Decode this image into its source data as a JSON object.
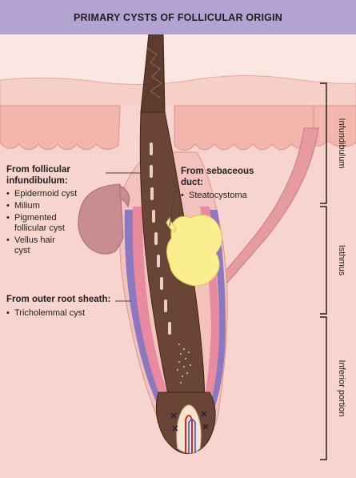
{
  "title": "PRIMARY CYSTS OF FOLLICULAR ORIGIN",
  "left_group_1": {
    "heading": "From follicular infundibulum:",
    "items": [
      "Epidermoid cyst",
      "Milium",
      "Pigmented follicular cyst",
      "Vellus hair cyst"
    ]
  },
  "right_group": {
    "heading": "From sebaceous duct:",
    "items": [
      "Steatocystoma"
    ]
  },
  "left_group_2": {
    "heading": "From outer root sheath:",
    "items": [
      "Tricholemmal cyst"
    ]
  },
  "regions": [
    "Infundibulum",
    "Isthmus",
    "Inferior portion"
  ],
  "colors": {
    "title_bar": "#b3a3d1",
    "skin": "#f6cfc7",
    "epidermis": "#f3b6ad",
    "hair_shaft": "#6a4535",
    "sheath_pink": "#ea8aa0",
    "sheath_purple": "#8c78bf",
    "sebaceous": "#fbee8f",
    "cyst": "#c88c92"
  }
}
